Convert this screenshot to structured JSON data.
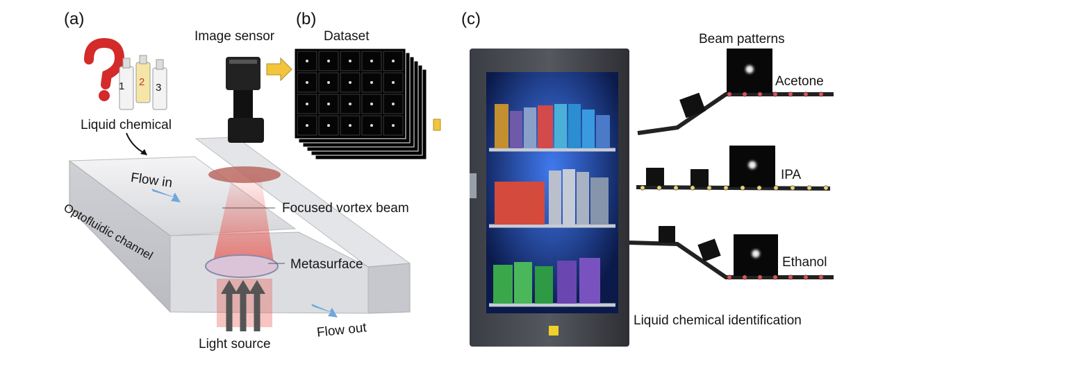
{
  "panels": {
    "a": "(a)",
    "b": "(b)",
    "c": "(c)"
  },
  "panel_a": {
    "liquid_label": "Liquid chemical",
    "bottle_numbers": [
      "1",
      "2",
      "3"
    ],
    "flow_in": "Flow in",
    "channel": "Optofluidic channel",
    "vortex": "Focused vortex beam",
    "metasurface": "Metasurface",
    "light_source": "Light source",
    "flow_out": "Flow out"
  },
  "panel_b": {
    "sensor": "Image sensor",
    "dataset": "Dataset"
  },
  "panel_c": {
    "beam_patterns": "Beam patterns",
    "identification": "Liquid chemical identification",
    "outputs": [
      "Acetone",
      "IPA",
      "Ethanol"
    ]
  },
  "colors": {
    "cabinet_glow": "#2a6cff",
    "arrow_yellow": "#f2c53d",
    "flow_arrow": "#6fa8dc",
    "laser_red": "#e8554d"
  }
}
